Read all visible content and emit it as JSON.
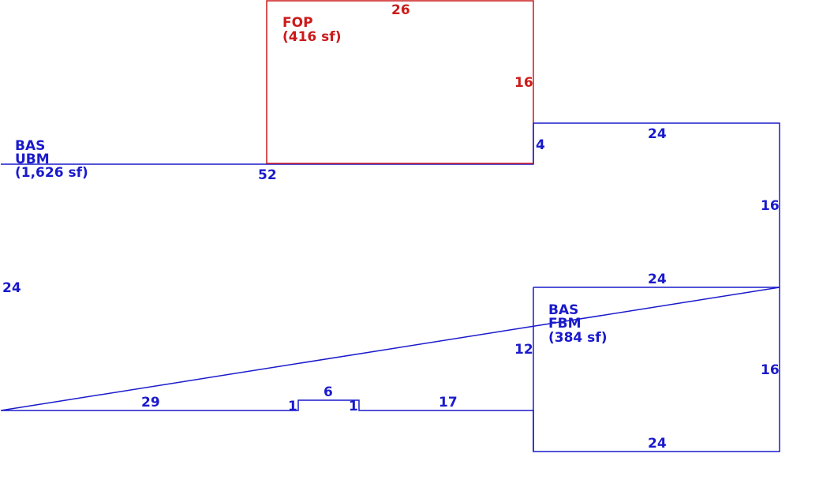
{
  "colors": {
    "main": "#1a1acc",
    "porch": "#cc1a1a"
  },
  "areas": {
    "fop": {
      "code": "FOP",
      "area": "(416 sf)"
    },
    "bas_ubm": {
      "code1": "BAS",
      "code2": "UBM",
      "area": "(1,626 sf)"
    },
    "bas_fbm": {
      "code1": "BAS",
      "code2": "FBM",
      "area": "(384 sf)"
    }
  },
  "dimensions": {
    "fop_top": "26",
    "fop_right": "16",
    "main_top": "52",
    "main_left": "24",
    "main_bottom_left": "29",
    "notch_left": "1",
    "notch_top": "6",
    "notch_right": "1",
    "main_bottom_right": "17",
    "main_right": "12",
    "step": "4",
    "upper_wing_top": "24",
    "upper_wing_right": "16",
    "upper_wing_bottom": "24",
    "fbm_right": "16",
    "fbm_bottom": "24"
  }
}
